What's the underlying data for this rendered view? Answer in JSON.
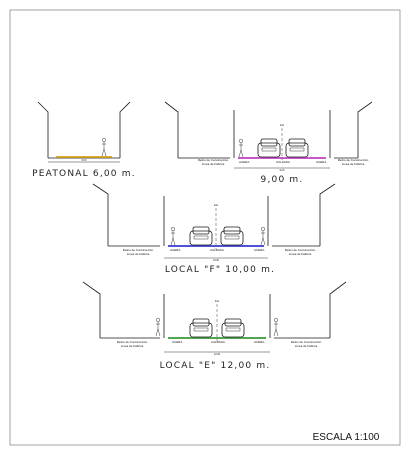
{
  "sheet": {
    "scale_label": "ESCALA 1:100"
  },
  "sections": [
    {
      "id": "peatonal",
      "title": "PEATONAL 6,00 m.",
      "surface_color": "#d4a017",
      "dim_total": "6.00"
    },
    {
      "id": "nueve",
      "title": "9,00 m.",
      "surface_color": "#c040c0",
      "axis_label": "E.E",
      "left_note": [
        "Retiro de Construcción",
        "Línea de Fábrica"
      ],
      "right_note": [
        "Retiro de Construcción",
        "Línea de Fábrica"
      ],
      "left_sidewalk": "ACERA",
      "right_sidewalk": "ACERA",
      "carriageway": "CALZADA",
      "dim_total": "9.00"
    },
    {
      "id": "local-f",
      "title": "LOCAL \"F\" 10,00 m.",
      "surface_color": "#3a3ad0",
      "axis_label": "E.E",
      "left_note": [
        "Retiro de Construcción",
        "Línea de Fábrica"
      ],
      "right_note": [
        "Retiro de Construcción",
        "Línea de Fábrica"
      ],
      "left_sidewalk": "ACERA",
      "right_sidewalk": "ACERA",
      "carriageway": "CALZADA",
      "dim_total": "10.00"
    },
    {
      "id": "local-e",
      "title": "LOCAL \"E\" 12,00 m.",
      "surface_color": "#3a9a3a",
      "axis_label": "E.E",
      "left_note": [
        "Retiro de Construcción",
        "Línea de Fábrica"
      ],
      "right_note": [
        "Retiro de Construcción",
        "Línea de Fábrica"
      ],
      "left_sidewalk": "ACERA",
      "right_sidewalk": "ACERA",
      "carriageway": "CALZADA",
      "dim_total": "12.00"
    }
  ]
}
